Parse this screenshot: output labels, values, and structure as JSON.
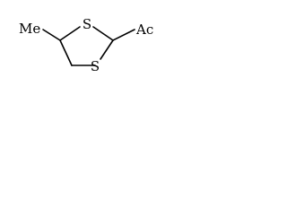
{
  "structure": {
    "labels": {
      "methyl": "Me",
      "sulfur_top": "S",
      "sulfur_bottom": "S",
      "acetyl": "Ac"
    }
  }
}
